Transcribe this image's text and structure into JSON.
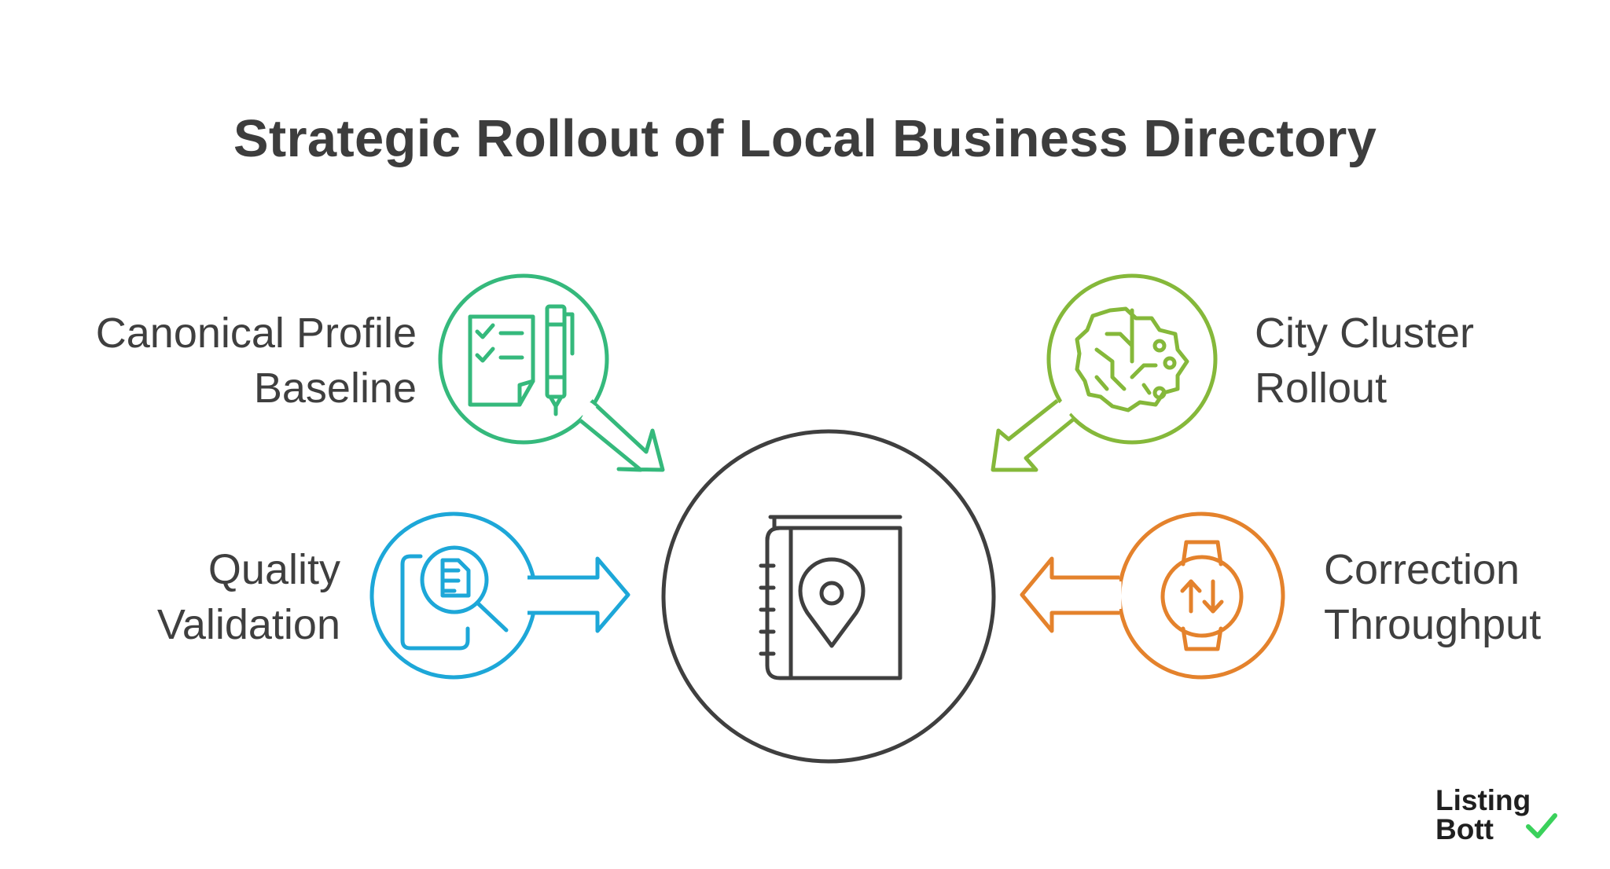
{
  "title": "Strategic Rollout of Local Business Directory",
  "center": {
    "icon": "directory-book-location-pin-icon",
    "color": "#3f3f3f"
  },
  "nodes": [
    {
      "id": "canonical",
      "lines": [
        "Canonical Profile",
        "Baseline"
      ],
      "icon": "checklist-pen-icon",
      "color": "#35b97c"
    },
    {
      "id": "quality",
      "lines": [
        "Quality",
        "Validation"
      ],
      "icon": "document-magnifier-icon",
      "color": "#1da7d8"
    },
    {
      "id": "city",
      "lines": [
        "City Cluster",
        "Rollout"
      ],
      "icon": "circuit-brain-icon",
      "color": "#85b83a"
    },
    {
      "id": "correction",
      "lines": [
        "Correction",
        "Throughput"
      ],
      "icon": "smartwatch-arrows-icon",
      "color": "#e4822c"
    }
  ],
  "logo": {
    "line1": "Listing",
    "line2": "Bott",
    "check_color": "#3ad15b"
  }
}
